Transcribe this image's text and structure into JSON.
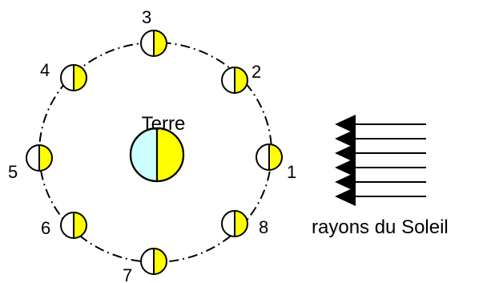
{
  "colors": {
    "lit": "#FFFF00",
    "dark": "#FFFFFF",
    "earth_night": "#CCFFFF",
    "stroke": "#000000"
  },
  "earth": {
    "label": "Terre"
  },
  "moons": [
    {
      "label": "1"
    },
    {
      "label": "2"
    },
    {
      "label": "3"
    },
    {
      "label": "4"
    },
    {
      "label": "5"
    },
    {
      "label": "6"
    },
    {
      "label": "7"
    },
    {
      "label": "8"
    }
  ],
  "sun": {
    "label": "rayons du Soleil",
    "ray_count": 6
  }
}
